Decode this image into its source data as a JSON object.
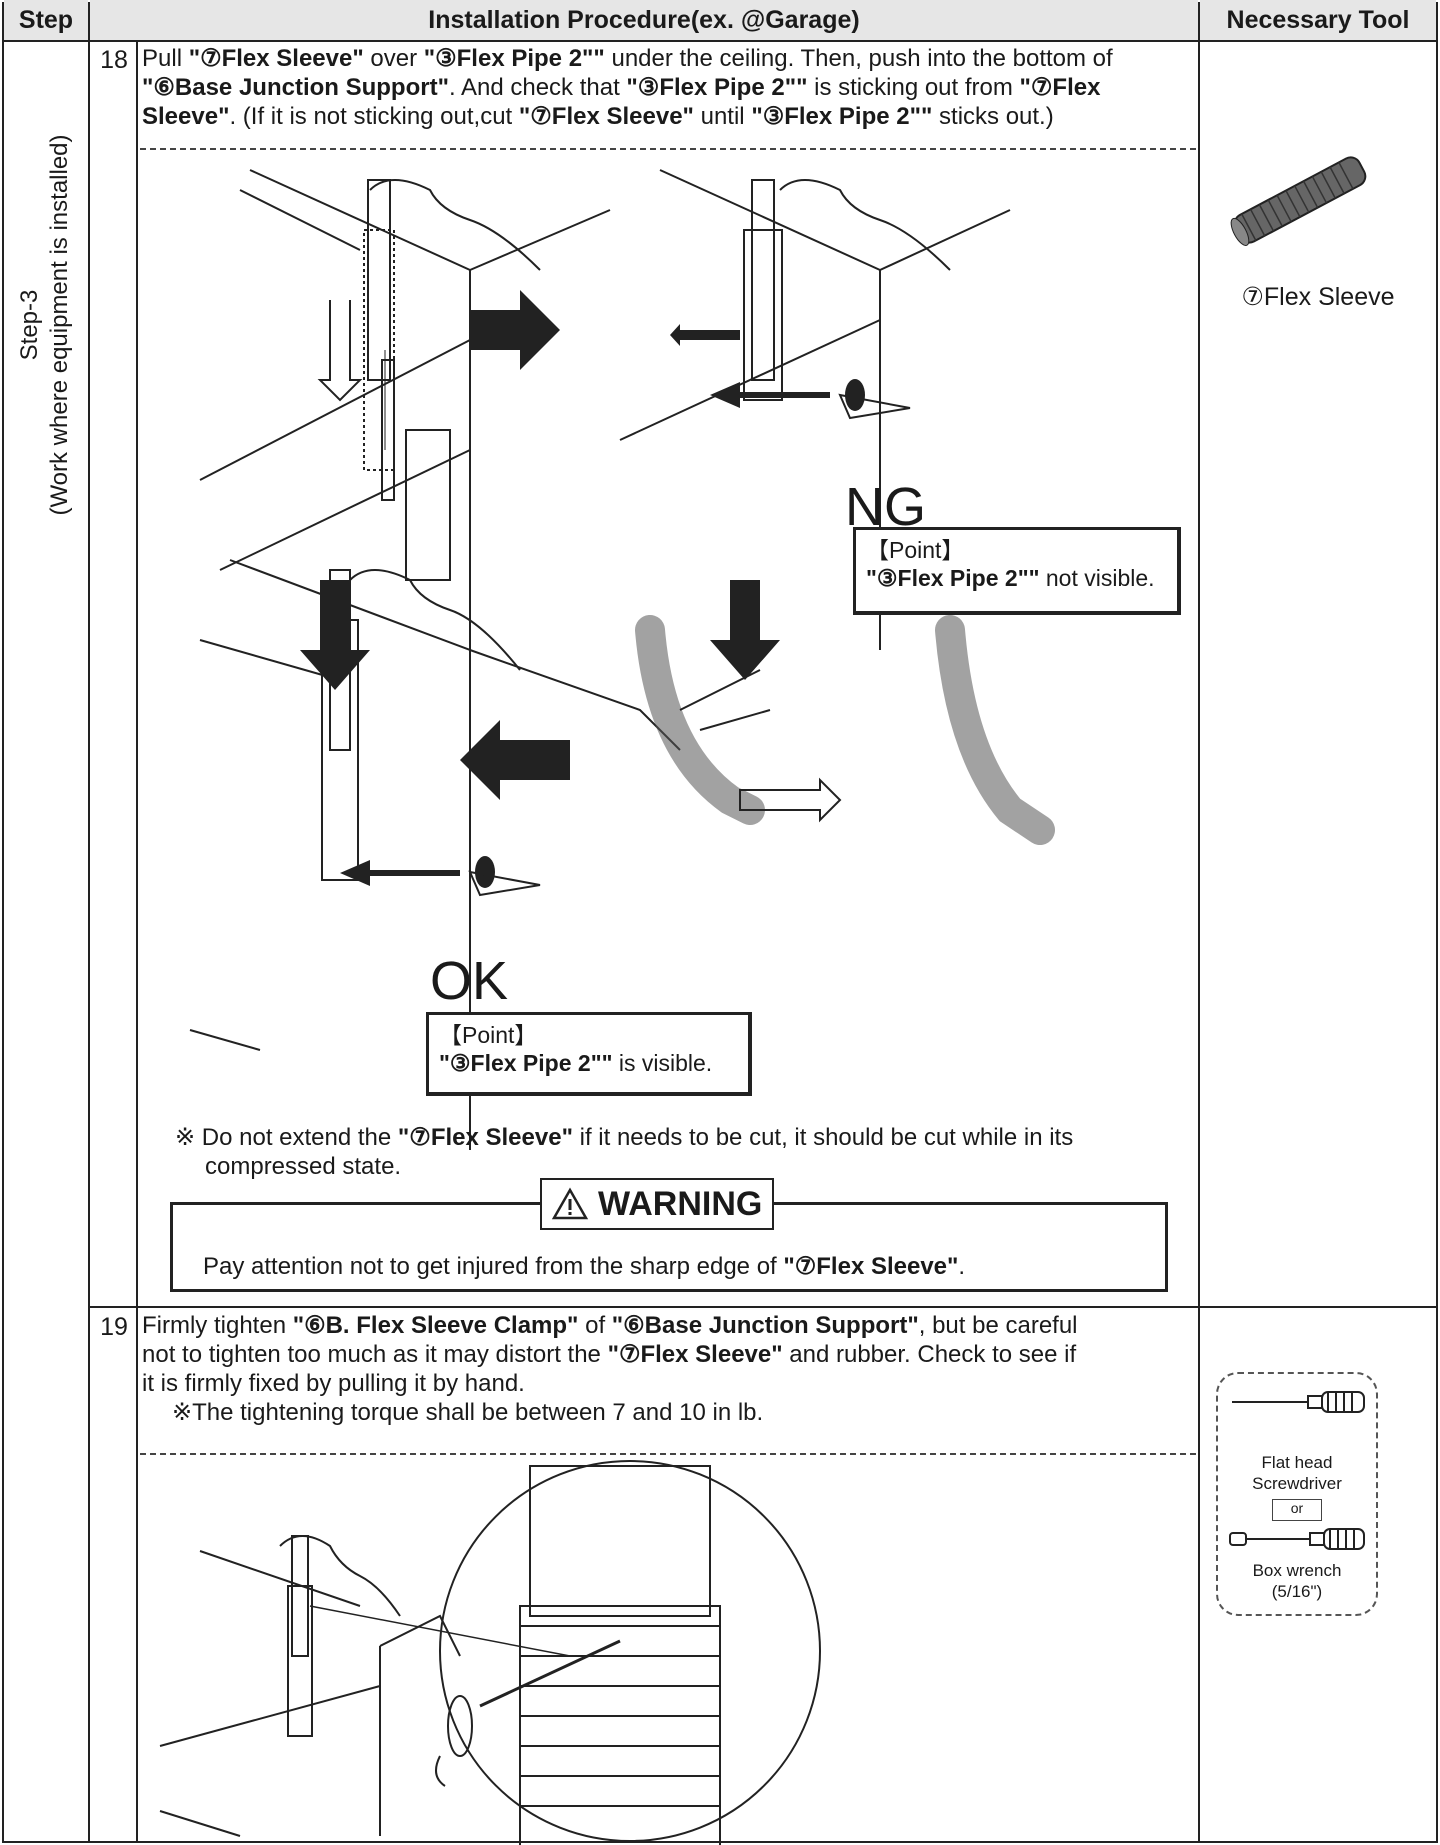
{
  "header": {
    "step": "Step",
    "procedure": "Installation Procedure(ex. @Garage)",
    "tool": "Necessary Tool"
  },
  "side": {
    "line1": "Step-3",
    "line2": "(Work where equipment is installed)"
  },
  "step18": {
    "number": "18",
    "p1": "Pull ",
    "b1": "\"⑦Flex Sleeve\"",
    "p2": " over ",
    "b2": "\"③Flex Pipe 2\"\"",
    "p3": " under the ceiling. Then, push into the bottom of ",
    "b3": "\"⑥Base Junction Support\"",
    "p4": ". And check that ",
    "b4": "\"③Flex Pipe 2\"\"",
    "p5": " is sticking out from ",
    "b5": "\"⑦Flex Sleeve\"",
    "p6": ". (If it is not sticking out,cut ",
    "b6": "\"⑦Flex Sleeve\"",
    "p7": " until ",
    "b7": "\"③Flex Pipe 2\"\"",
    "p8": " sticks out.)",
    "ng_label": "NG",
    "ng_point_title": "【Point】",
    "ng_point_bold": "\"③Flex Pipe 2\"\"",
    "ng_point_text": " not visible.",
    "ok_label": "OK",
    "ok_point_title": "【Point】",
    "ok_point_bold": "\"③Flex Pipe 2\"\"",
    "ok_point_text": " is visible.",
    "note_mark": "※ Do not extend the ",
    "note_bold": "\"⑦Flex Sleeve\"",
    "note_rest": " if it needs to be cut, it should be cut while in its",
    "note_line2": "compressed state.",
    "warning_label": "WARNING",
    "warning_text": "Pay attention not to get injured from the sharp edge of ",
    "warning_bold": "\"⑦Flex Sleeve\"",
    "warning_end": ".",
    "tool": "⑦Flex Sleeve"
  },
  "step19": {
    "number": "19",
    "p1": "Firmly tighten ",
    "b1": "\"⑥B. Flex Sleeve Clamp\"",
    "p2": " of ",
    "b2": "\"⑥Base Junction Support\"",
    "p3": ", but be careful",
    "line2a": "not to tighten too much as it may distort the ",
    "line2b": "\"⑦Flex Sleeve\"",
    "line2c": " and rubber.  Check to see if",
    "line3": "it is firmly fixed by pulling it by hand.",
    "line4": "※The tightening torque shall be between 7 and 10 in lb.",
    "tool1a": "Flat head",
    "tool1b": "Screwdriver",
    "or": "or",
    "tool2a": "Box wrench",
    "tool2b": "(5/16\")"
  }
}
